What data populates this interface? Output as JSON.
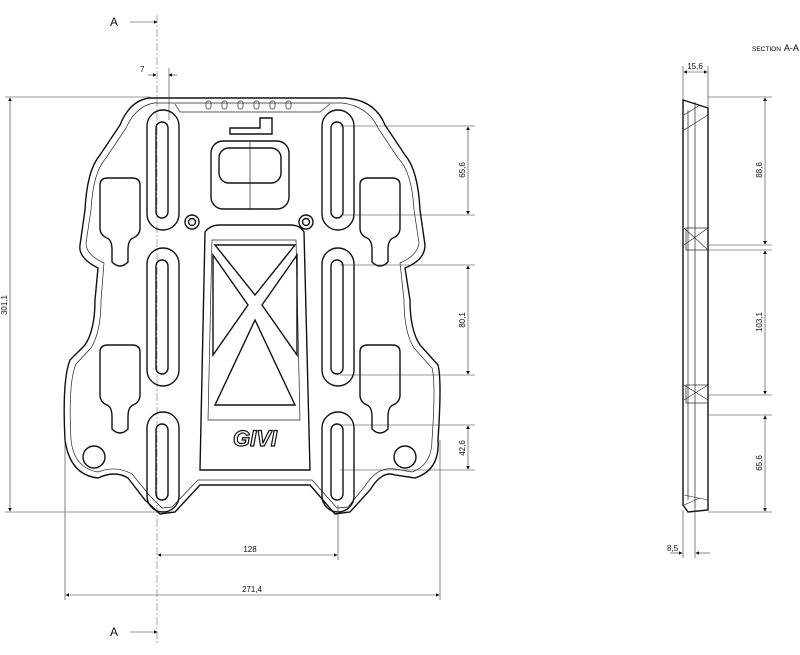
{
  "section_marks": {
    "top": "A",
    "bottom": "A"
  },
  "section_title": {
    "prefix": "SECTION",
    "name": "A-A"
  },
  "logo_text": "GIVI",
  "front_view": {
    "dimensions": {
      "slot_width": "7",
      "overall_height": "301,1",
      "upper_spacing": "65,6",
      "middle_spacing": "80,1",
      "lower_spacing": "42,6",
      "slot_distance": "128",
      "overall_width": "271,4"
    }
  },
  "section_view": {
    "dimensions": {
      "top_thickness": "15,6",
      "upper_span": "88,6",
      "middle_span": "103,1",
      "lower_span": "65,6",
      "bottom_thickness": "8,5"
    }
  }
}
